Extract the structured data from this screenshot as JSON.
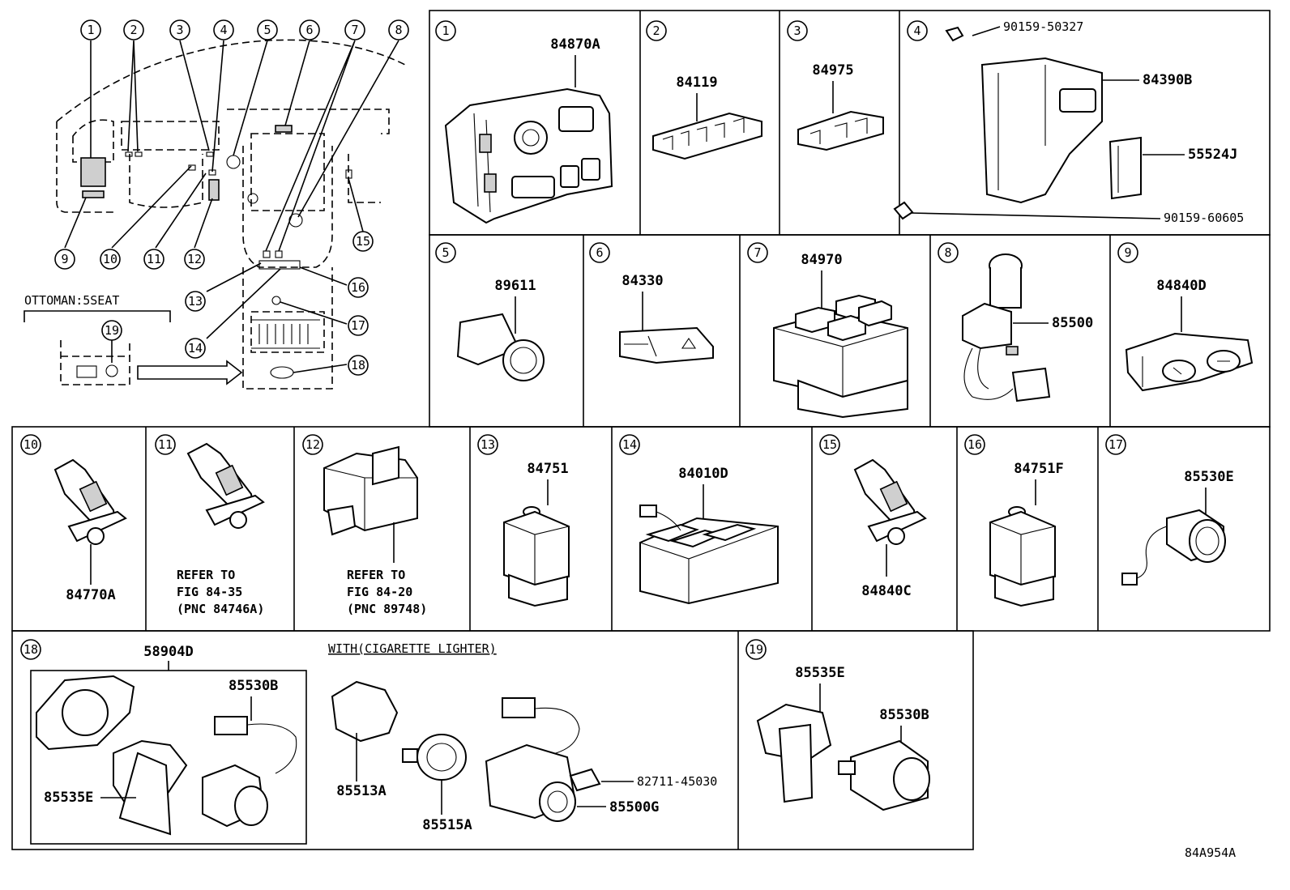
{
  "overview": {
    "callouts": [
      "1",
      "2",
      "3",
      "4",
      "5",
      "6",
      "7",
      "8",
      "9",
      "10",
      "11",
      "12",
      "13",
      "14",
      "15",
      "16",
      "17",
      "18",
      "19"
    ],
    "ottoman_label": "OTTOMAN:5SEAT"
  },
  "cells": [
    {
      "id": "1",
      "parts": [
        "84870A"
      ]
    },
    {
      "id": "2",
      "parts": [
        "84119"
      ]
    },
    {
      "id": "3",
      "parts": [
        "84975"
      ]
    },
    {
      "id": "4",
      "parts": [
        "90159-50327",
        "84390B",
        "55524J",
        "90159-60605"
      ]
    },
    {
      "id": "5",
      "parts": [
        "89611"
      ]
    },
    {
      "id": "6",
      "parts": [
        "84330"
      ]
    },
    {
      "id": "7",
      "parts": [
        "84970"
      ]
    },
    {
      "id": "8",
      "parts": [
        "85500"
      ]
    },
    {
      "id": "9",
      "parts": [
        "84840D"
      ]
    },
    {
      "id": "10",
      "parts": [
        "84770A"
      ]
    },
    {
      "id": "11",
      "notes": [
        "REFER TO",
        "FIG 84-35",
        "(PNC 84746A)"
      ]
    },
    {
      "id": "12",
      "notes": [
        "REFER TO",
        "FIG 84-20",
        "(PNC 89748)"
      ]
    },
    {
      "id": "13",
      "parts": [
        "84751"
      ]
    },
    {
      "id": "14",
      "parts": [
        "84010D"
      ]
    },
    {
      "id": "15",
      "parts": [
        "84840C"
      ]
    },
    {
      "id": "16",
      "parts": [
        "84751F"
      ]
    },
    {
      "id": "17",
      "parts": [
        "85530E"
      ]
    },
    {
      "id": "18",
      "parts": [
        "58904D",
        "85530B",
        "85535E",
        "85513A",
        "85515A",
        "82711-45030",
        "85500G"
      ],
      "section_label": "WITH(CIGARETTE LIGHTER)"
    },
    {
      "id": "19",
      "parts": [
        "85535E",
        "85530B"
      ]
    }
  ],
  "figure_code": "84A954A"
}
